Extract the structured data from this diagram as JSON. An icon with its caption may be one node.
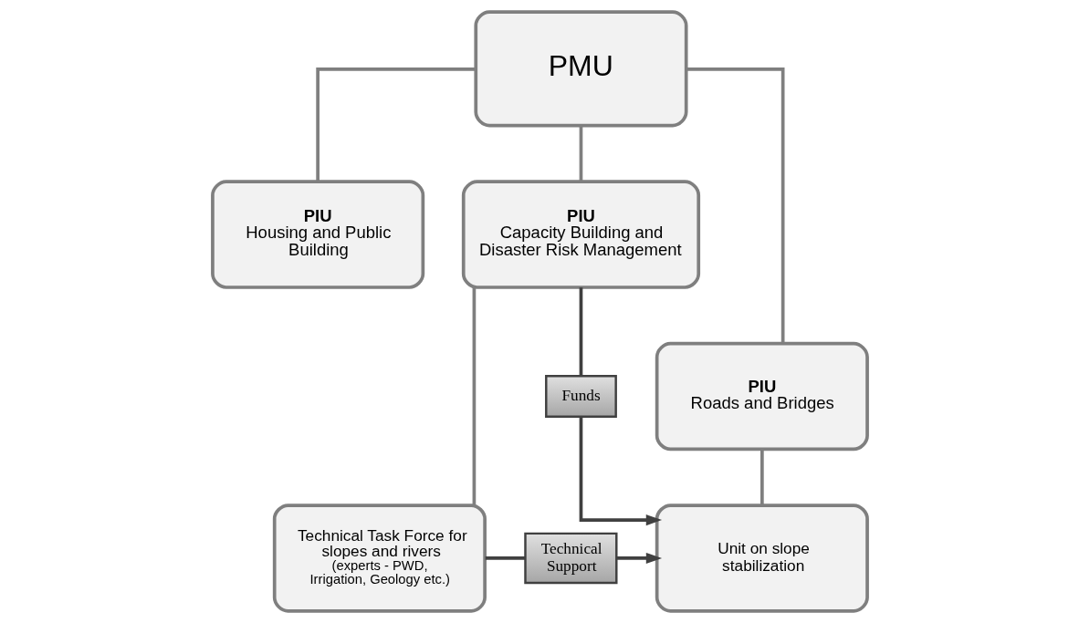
{
  "diagram": {
    "nodes": [
      {
        "text": [
          "PMU"
        ]
      },
      {
        "text": [
          "PIU",
          "Housing and Public Building"
        ]
      },
      {
        "text": [
          "PIU",
          "Capacity Building and Disaster Risk Management"
        ]
      },
      {
        "text": [
          "PIU",
          "Roads and Bridges"
        ]
      },
      {
        "text": [
          "Technical Task Force for slopes and rivers",
          "(experts - PWD, Irrigation, Geology etc.)"
        ]
      },
      {
        "text": [
          "Unit on slope stabilization"
        ]
      },
      {
        "text": [
          "Funds"
        ]
      },
      {
        "text": [
          "Technical Support"
        ]
      }
    ],
    "edges": [
      {
        "from": 0,
        "to": 1,
        "arrow": "none"
      },
      {
        "from": 0,
        "to": 2,
        "arrow": "none"
      },
      {
        "from": 0,
        "to": 3,
        "arrow": "none"
      },
      {
        "from": 2,
        "to": 4,
        "arrow": "none"
      },
      {
        "from": 3,
        "to": 5,
        "arrow": "none"
      },
      {
        "from": 2,
        "to": 6,
        "arrow": "none",
        "color": "#404040"
      },
      {
        "from": 6,
        "to": 5,
        "arrow": "to",
        "color": "#404040"
      },
      {
        "from": 4,
        "to": 7,
        "arrow": "none",
        "color": "#404040"
      },
      {
        "from": 7,
        "to": 5,
        "arrow": "to",
        "color": "#404040"
      }
    ]
  }
}
